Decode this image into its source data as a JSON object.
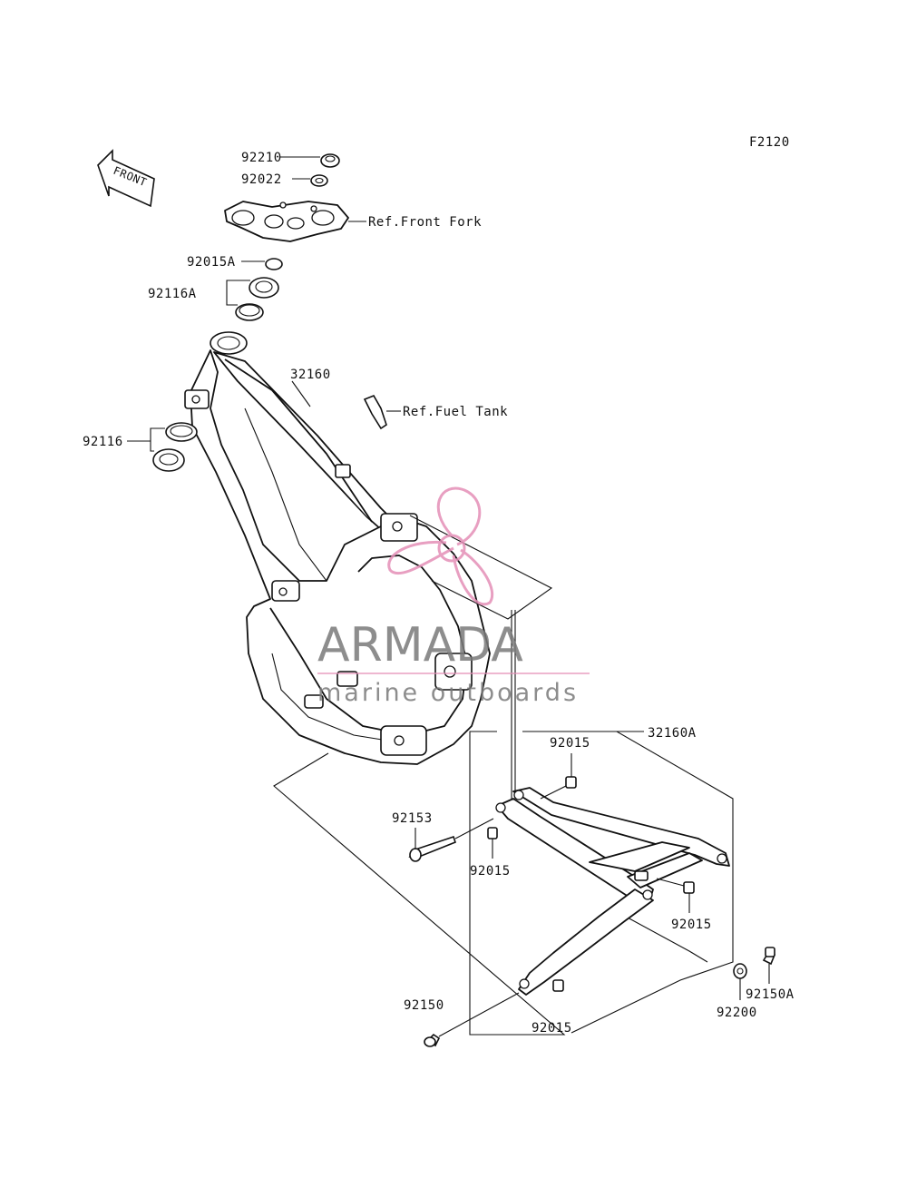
{
  "diagram_code": "F2120",
  "front_label": "FRONT",
  "labels": {
    "p92210": "92210",
    "p92022": "92022",
    "ref_front_fork": "Ref.Front Fork",
    "p92015A": "92015A",
    "p92116A": "92116A",
    "p32160": "32160",
    "ref_fuel_tank": "Ref.Fuel Tank",
    "p92116": "92116",
    "p32160A": "32160A",
    "p92015_top": "92015",
    "p92153": "92153",
    "p92015_mid": "92015",
    "p92015_right": "92015",
    "p92150": "92150",
    "p92015_bottom": "92015",
    "p92200": "92200",
    "p92150A": "92150A"
  },
  "watermark": {
    "brand": "ARMADA",
    "tagline": "marine outboards",
    "color": "#e48fb7"
  }
}
